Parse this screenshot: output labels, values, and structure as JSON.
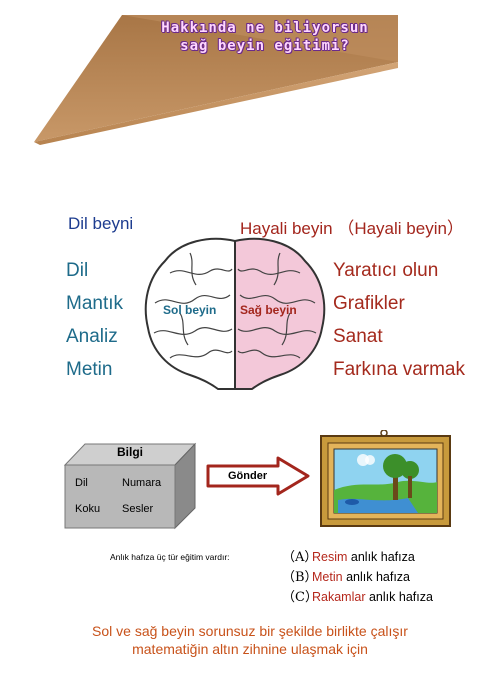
{
  "banner": {
    "line1": "Hakkında ne biliyorsun",
    "line2": "sağ beyin eğitimi?"
  },
  "left_brain": {
    "header": "Dil beyni",
    "label": "Sol beyin",
    "items": [
      "Dil",
      "Mantık",
      "Analiz",
      "Metin"
    ]
  },
  "right_brain": {
    "header": "Hayali beyin （Hayali beyin）",
    "label": "Sağ beyin",
    "items": [
      "Yaratıcı olun",
      "Grafikler",
      "Sanat",
      "Farkına varmak"
    ]
  },
  "info_box": {
    "title": "Bilgi",
    "items": [
      "Dil",
      "Numara",
      "Koku",
      "Sesler"
    ]
  },
  "arrow": {
    "label": "Gönder"
  },
  "memory": {
    "intro": "Anlık hafıza üç tür eğitim vardır:",
    "rows": [
      {
        "letter": "（A）",
        "key": "Resim",
        "text": "anlık hafıza"
      },
      {
        "letter": "（B）",
        "key": "Metin",
        "text": "anlık hafıza"
      },
      {
        "letter": "（C）",
        "key": "Rakamlar",
        "text": "anlık hafıza"
      }
    ]
  },
  "bottom": {
    "line1": "Sol ve sağ beyin sorunsuz bir şekilde birlikte çalışır",
    "line2": "matematiğin altın zihnine ulaşmak için"
  }
}
